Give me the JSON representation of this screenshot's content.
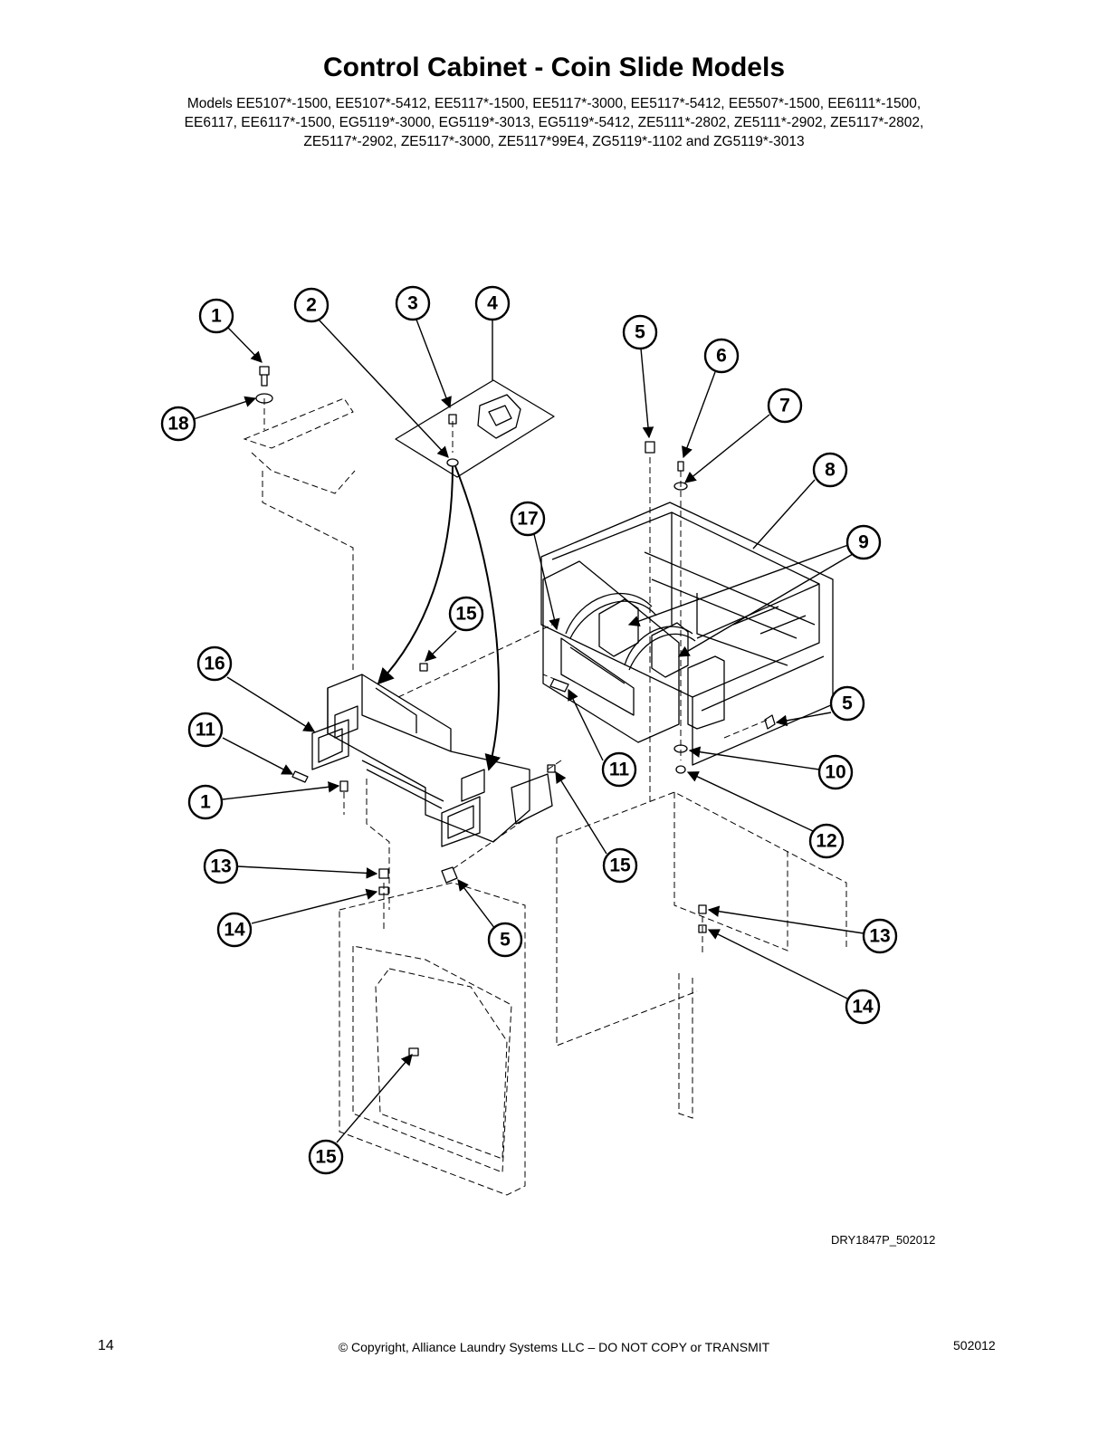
{
  "header": {
    "title": "Control Cabinet - Coin Slide Models",
    "models_line1": "Models EE5107*-1500, EE5107*-5412, EE5117*-1500, EE5117*-3000, EE5117*-5412, EE5507*-1500, EE6111*-1500,",
    "models_line2": "EE6117, EE6117*-1500, EG5119*-3000, EG5119*-3013, EG5119*-5412, ZE5111*-2802, ZE5111*-2902, ZE5117*-2802,",
    "models_line3": "ZE5117*-2902, ZE5117*-3000, ZE5117*99E4, ZG5119*-1102 and ZG5119*-3013"
  },
  "callouts": [
    {
      "label": "1"
    },
    {
      "label": "2"
    },
    {
      "label": "3"
    },
    {
      "label": "4"
    },
    {
      "label": "5"
    },
    {
      "label": "6"
    },
    {
      "label": "7"
    },
    {
      "label": "18"
    },
    {
      "label": "8"
    },
    {
      "label": "17"
    },
    {
      "label": "9"
    },
    {
      "label": "15"
    },
    {
      "label": "16"
    },
    {
      "label": "11"
    },
    {
      "label": "5"
    },
    {
      "label": "11"
    },
    {
      "label": "10"
    },
    {
      "label": "1"
    },
    {
      "label": "12"
    },
    {
      "label": "13"
    },
    {
      "label": "15"
    },
    {
      "label": "14"
    },
    {
      "label": "5"
    },
    {
      "label": "13"
    },
    {
      "label": "14"
    },
    {
      "label": "15"
    }
  ],
  "drawing_id": "DRY1847P_502012",
  "footer": {
    "page_number": "14",
    "copyright": "© Copyright, Alliance Laundry Systems LLC – DO NOT COPY or TRANSMIT",
    "doc_number": "502012"
  }
}
